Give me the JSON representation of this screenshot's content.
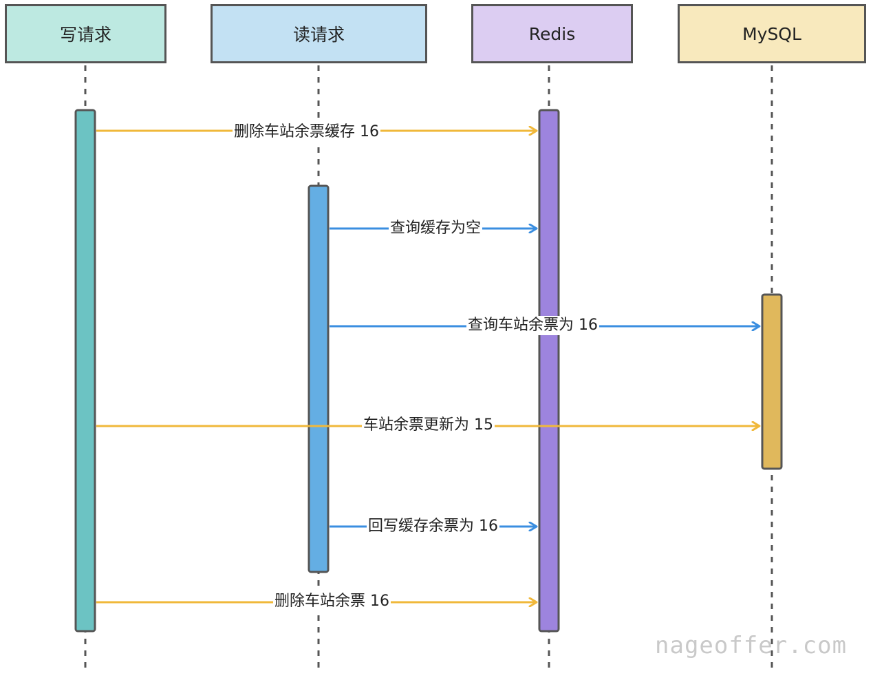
{
  "participants": [
    {
      "key": "write",
      "label": "写请求",
      "fill": "#bde9e1",
      "bar": "#6cc3c3"
    },
    {
      "key": "read",
      "label": "读请求",
      "fill": "#c3e1f3",
      "bar": "#64aee3"
    },
    {
      "key": "redis",
      "label": "Redis",
      "fill": "#dccdf2",
      "bar": "#9d84de"
    },
    {
      "key": "mysql",
      "label": "MySQL",
      "fill": "#f8e9bd",
      "bar": "#e0b85c"
    }
  ],
  "messages": [
    {
      "from": "write",
      "to": "redis",
      "label": "删除车站余票缓存 16",
      "color": "#f0b83a"
    },
    {
      "from": "read",
      "to": "redis",
      "label": "查询缓存为空",
      "color": "#3a8ee0"
    },
    {
      "from": "read",
      "to": "mysql",
      "label": "查询车站余票为 16",
      "color": "#3a8ee0"
    },
    {
      "from": "write",
      "to": "mysql",
      "label": "车站余票更新为 15",
      "color": "#f0b83a"
    },
    {
      "from": "read",
      "to": "redis",
      "label": "回写缓存余票为 16",
      "color": "#3a8ee0"
    },
    {
      "from": "write",
      "to": "redis",
      "label": "删除车站余票 16",
      "color": "#f0b83a"
    }
  ],
  "watermark": "nageoffer.com"
}
